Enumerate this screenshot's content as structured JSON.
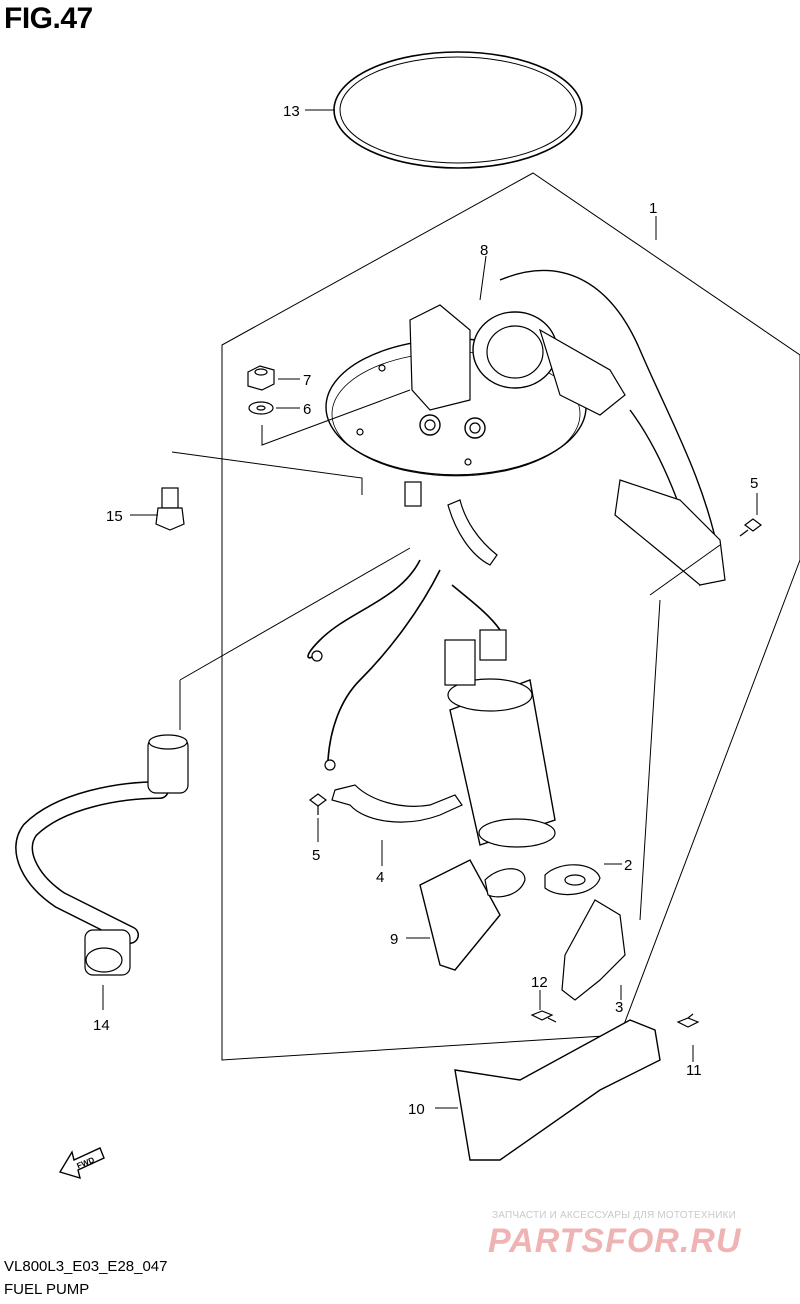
{
  "figure": {
    "title": "FIG.47",
    "model_code": "VL800L3_E03_E28_047",
    "assembly_name": "FUEL PUMP"
  },
  "callouts": [
    "1",
    "2",
    "3",
    "4",
    "5",
    "5",
    "6",
    "7",
    "8",
    "9",
    "10",
    "11",
    "12",
    "13",
    "14",
    "15"
  ],
  "direction_arrow": {
    "label": "FWD",
    "icon": "fwd-arrow-icon"
  },
  "watermark": {
    "tagline": "ЗАПЧАСТИ И АКСЕССУАРЫ ДЛЯ МОТОТЕХНИКИ",
    "logo": "PARTSFOR.RU",
    "color": "#f0b3b3"
  },
  "colors": {
    "line": "#000000",
    "background": "#ffffff"
  }
}
